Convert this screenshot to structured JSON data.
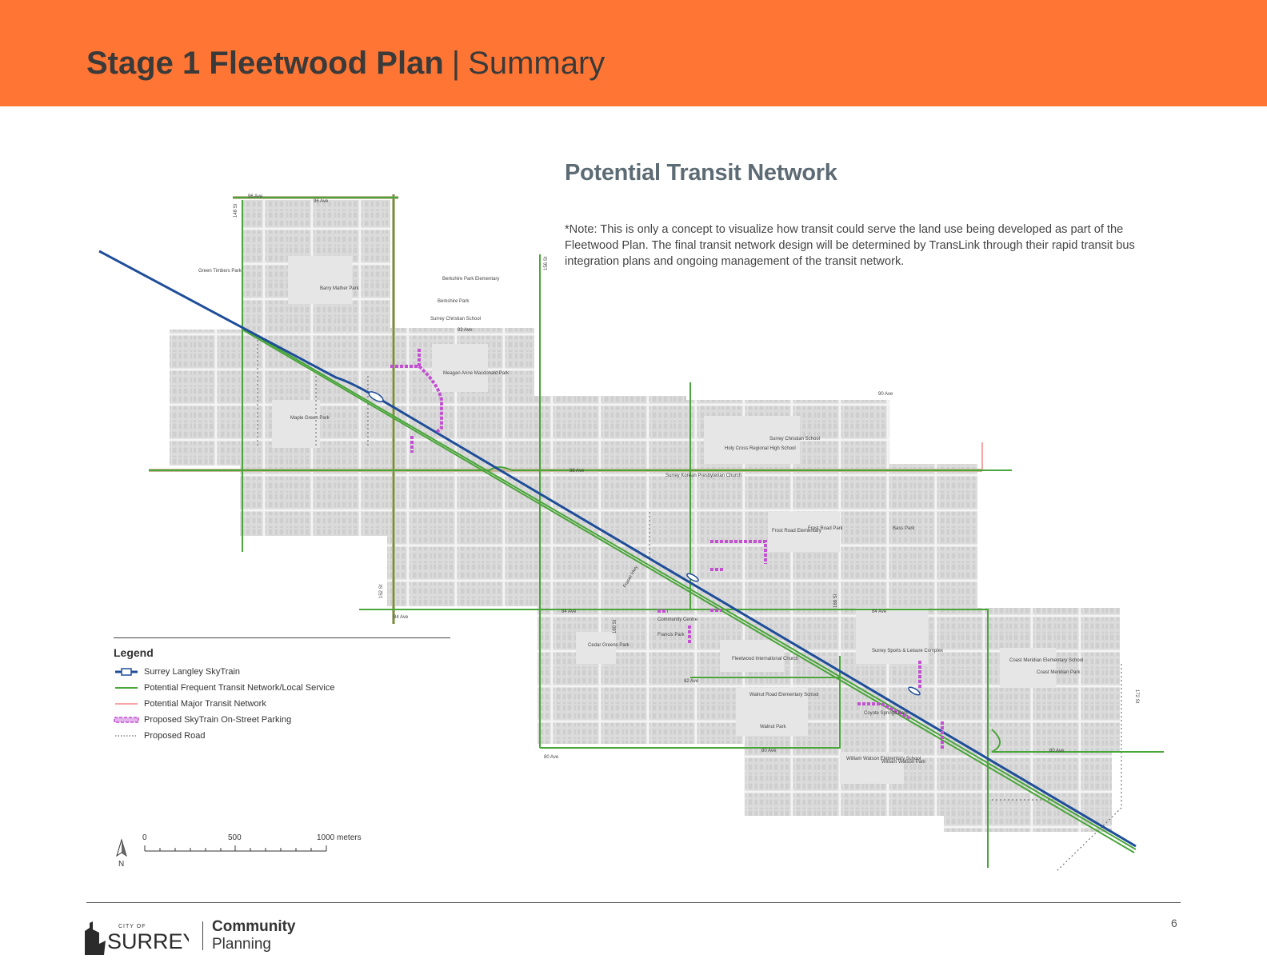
{
  "header": {
    "title_bold": "Stage 1 Fleetwood Plan",
    "separator": "|",
    "title_sub": "Summary",
    "background_color": "#ff7634"
  },
  "map": {
    "title": "Potential Transit Network",
    "note": "*Note: This is only a concept to visualize how transit could serve the land use being developed as part of the Fleetwood Plan. The final transit network design will be determined by TransLink through their rapid transit bus integration plans and ongoing management of the transit network.",
    "labels": {
      "ave96a": "96 Ave",
      "ave96b": "96 Ave",
      "st148": "148 St",
      "green_timbers": "Green Timbers Park",
      "berkshire_elem": "Berkshire Park Elementary",
      "berkshire_park": "Berkshire Park",
      "surrey_christian_1": "Surrey Christian School",
      "barry_mather": "Barry Mather Park",
      "ave92": "92 Ave",
      "meagan": "Meagan Anne Macdonald Park",
      "maple_green": "Maple Green Park",
      "st156": "156 St",
      "ave90": "90 Ave",
      "surrey_christian_2": "Surrey Christian School",
      "holy_cross": "Holy Cross Regional High School",
      "ave88": "88 Ave",
      "surrey_korean": "Surrey Korean Presbyterian Church",
      "frost_elem": "Frost Road Elementary",
      "frost_park": "Frost Road Park",
      "bass_park": "Bass Park",
      "ave84a": "84 Ave",
      "ave84b": "84 Ave",
      "ave84c": "84 Ave",
      "community_centre": "Community Centre",
      "francis_park": "Francis Park",
      "cedar_greens": "Cedar Greens Park",
      "fleetwood_church": "Fleetwood International Church",
      "ave82": "82 Ave",
      "walnut_elem": "Walnut Road Elementary School",
      "walnut_park": "Walnut Park",
      "ave80a": "80 Ave",
      "ave80b": "80 Ave",
      "ave80c": "80 Ave",
      "surrey_sports": "Surrey Sports & Leisure Complex",
      "coyote": "Coyote Springs Park",
      "william_watson_elem": "William Watson Elementary School",
      "william_watson_park": "William Watson Park",
      "coast_meridian_elem": "Coast Meridian Elementary School",
      "coast_meridian_park": "Coast Meridian Park",
      "st172": "172 St",
      "st152": "152 St",
      "st160": "160 St",
      "st168": "168 St",
      "fraser_hwy": "Fraser Hwy"
    }
  },
  "legend": {
    "title": "Legend",
    "items": [
      {
        "label": "Surrey Langley SkyTrain",
        "color": "#1f4e99",
        "symbol": "skytrain"
      },
      {
        "label": "Potential Frequent Transit Network/Local Service",
        "color": "#4aa53a",
        "symbol": "line"
      },
      {
        "label": "Potential Major Transit Network",
        "color": "#f4a6a6",
        "symbol": "line"
      },
      {
        "label": "Proposed SkyTrain On-Street Parking",
        "color": "#c34fd3",
        "symbol": "dashed-box"
      },
      {
        "label": "Proposed Road",
        "color": "#888888",
        "symbol": "dotted"
      }
    ]
  },
  "scale": {
    "t0": "0",
    "t1": "500",
    "t2": "1000 meters",
    "north": "N"
  },
  "footer": {
    "logo_small": "CITY OF",
    "logo_big": "SURREY",
    "dept_bold": "Community",
    "dept": "Planning",
    "page_number": "6"
  }
}
